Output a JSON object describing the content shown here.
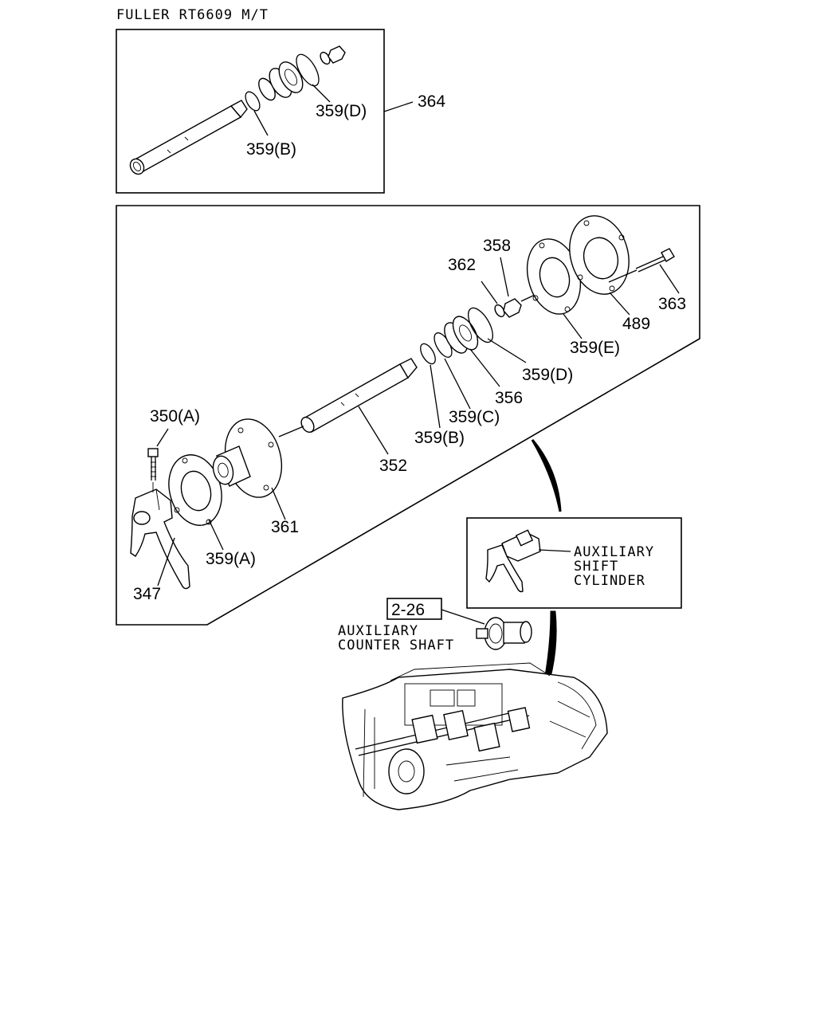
{
  "title": "FULLER RT6609 M/T",
  "labels": {
    "l364": "364",
    "l359d_top": "359(D)",
    "l359b_top": "359(B)",
    "l358": "358",
    "l362": "362",
    "l363": "363",
    "l489": "489",
    "l359e": "359(E)",
    "l359d": "359(D)",
    "l356": "356",
    "l359c": "359(C)",
    "l359b": "359(B)",
    "l352": "352",
    "l350a": "350(A)",
    "l361": "361",
    "l359a": "359(A)",
    "l347": "347"
  },
  "callouts": {
    "aux_shift_cylinder": [
      "AUXILIARY",
      "SHIFT",
      "CYLINDER"
    ],
    "ref_box": "2-26",
    "aux_counter_shaft": [
      "AUXILIARY",
      "COUNTER SHAFT"
    ]
  }
}
